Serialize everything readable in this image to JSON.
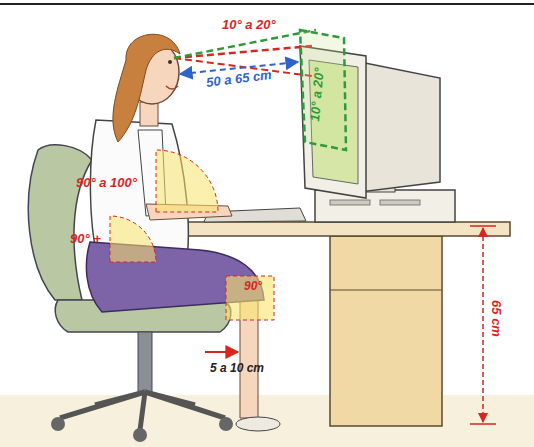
{
  "diagram": {
    "labels": [
      "10° a 20°",
      "50 a 65 cm",
      "10° a 20°",
      "90° a 100°",
      "90° +",
      "90°",
      "5 a 10 cm",
      "65 cm"
    ]
  }
}
